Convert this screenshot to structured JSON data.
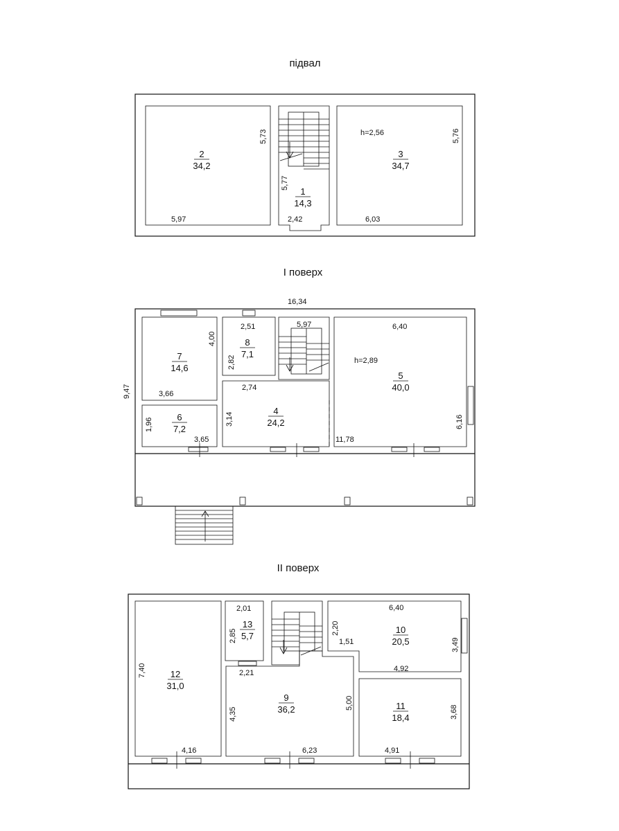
{
  "basement": {
    "title": "підвал",
    "rooms": [
      {
        "number": "1",
        "area": "14,3"
      },
      {
        "number": "2",
        "area": "34,2"
      },
      {
        "number": "3",
        "area": "34,7"
      }
    ],
    "dims": [
      "5,73",
      "5,97",
      "5,77",
      "2,42",
      "h=2,56",
      "5,76",
      "6,03"
    ]
  },
  "floor1": {
    "title": "I поверх",
    "rooms": [
      {
        "number": "4",
        "area": "24,2"
      },
      {
        "number": "5",
        "area": "40,0"
      },
      {
        "number": "6",
        "area": "7,2"
      },
      {
        "number": "7",
        "area": "14,6"
      },
      {
        "number": "8",
        "area": "7,1"
      }
    ],
    "dims": [
      "16,34",
      "9,47",
      "4,00",
      "3,66",
      "2,51",
      "2,82",
      "2,74",
      "5,97",
      "6,40",
      "h=2,89",
      "1,96",
      "3,65",
      "3,14",
      "11,78",
      "6,16"
    ]
  },
  "floor2": {
    "title": "II поверх",
    "rooms": [
      {
        "number": "9",
        "area": "36,2"
      },
      {
        "number": "10",
        "area": "20,5"
      },
      {
        "number": "11",
        "area": "18,4"
      },
      {
        "number": "12",
        "area": "31,0"
      },
      {
        "number": "13",
        "area": "5,7"
      }
    ],
    "dims": [
      "7,40",
      "4,16",
      "2,01",
      "2,85",
      "2,21",
      "4,35",
      "6,23",
      "2,20",
      "1,51",
      "6,40",
      "3,49",
      "4,92",
      "5,00",
      "3,68",
      "4,91"
    ]
  }
}
